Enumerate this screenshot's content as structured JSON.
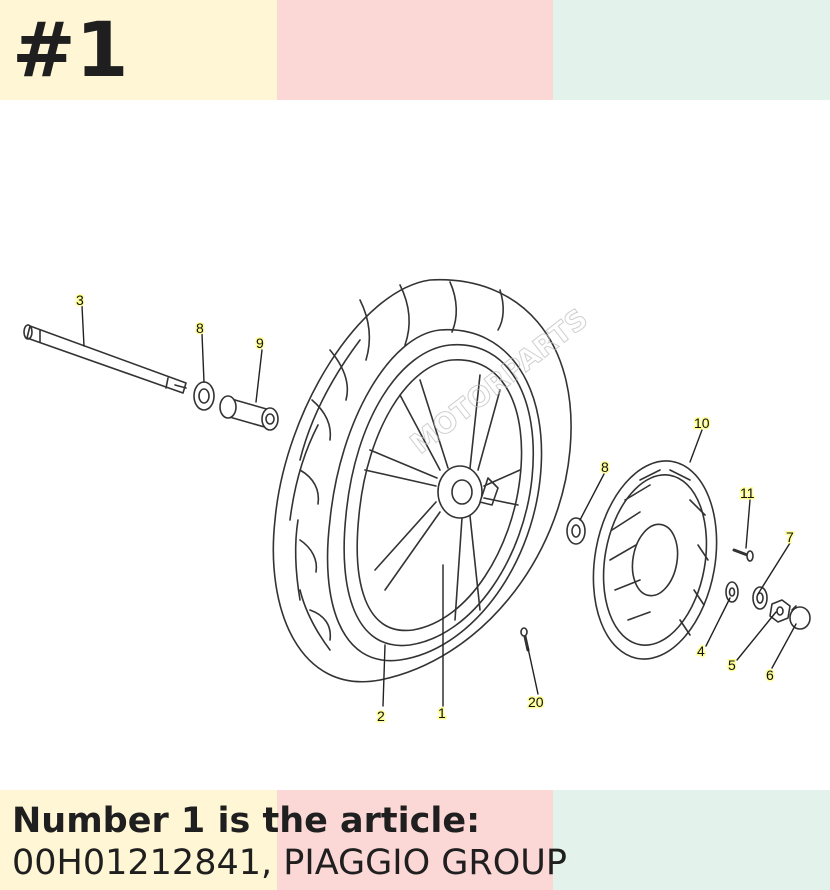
{
  "header": {
    "title": "#1",
    "band_colors": [
      "#fff6d5",
      "#fbd7d6",
      "#e3f3ec"
    ]
  },
  "footer": {
    "line1": "Number 1 is the article:",
    "part_number": "00H01212841",
    "separator": ", ",
    "manufacturer": "PIAGGIO GROUP",
    "band_colors": [
      "#fff6d5",
      "#fbd7d6",
      "#e3f3ec"
    ]
  },
  "diagram": {
    "watermark": "MOTORPARTS",
    "callouts": [
      "3",
      "8",
      "9",
      "10",
      "8",
      "11",
      "7",
      "4",
      "5",
      "6",
      "20",
      "2",
      "1"
    ]
  }
}
